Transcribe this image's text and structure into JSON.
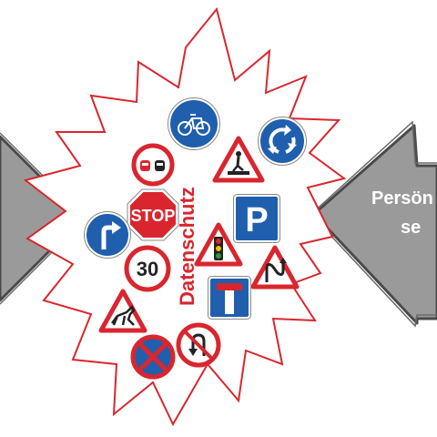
{
  "center_label": "Datenschutz",
  "right_arrow": {
    "line1": "Persön",
    "line2": "se"
  },
  "signs": {
    "stop_text": "STOP",
    "speed_limit": "30",
    "parking_letter": "P"
  },
  "colors": {
    "explosion_stroke": "#d9262e",
    "arrow_fill": "#9a9a9a",
    "arrow_stroke": "#4a4a4a",
    "sign_blue": "#1f5fae",
    "sign_red": "#d9262e"
  }
}
